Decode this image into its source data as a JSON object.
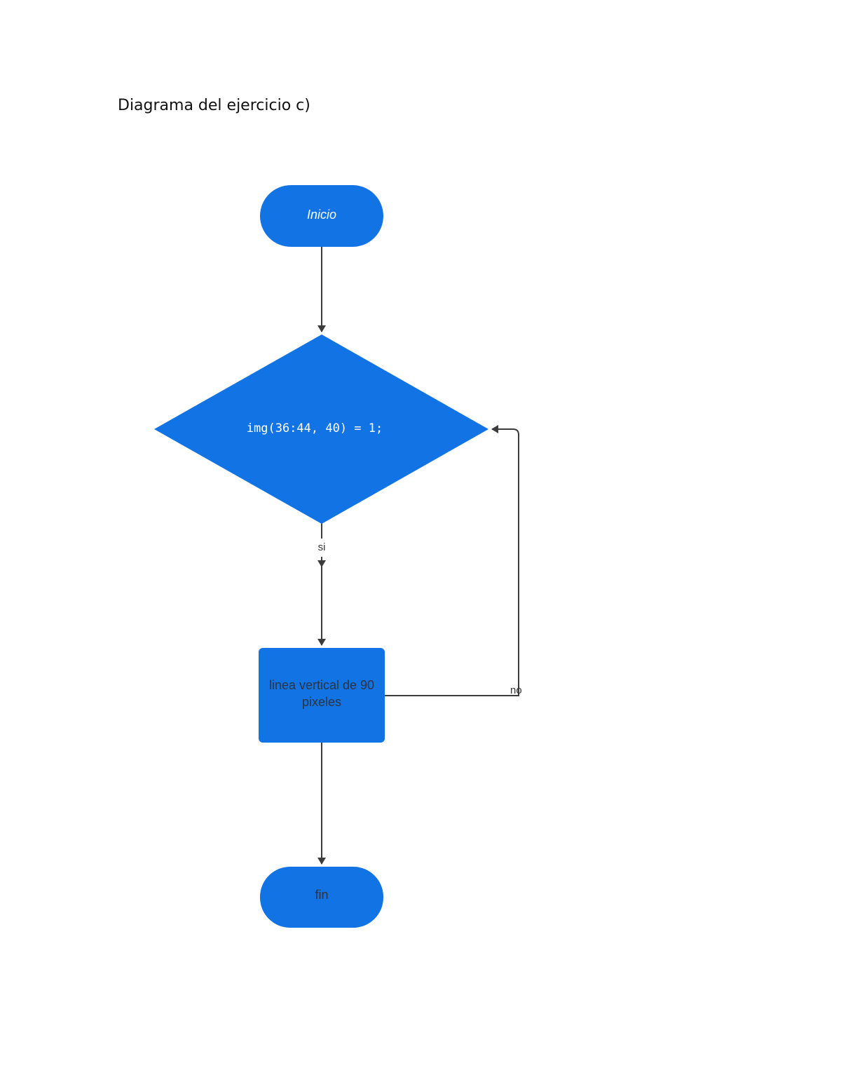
{
  "document": {
    "title": "Diagrama del ejercicio c)"
  },
  "colors": {
    "node_fill": "#1273e4",
    "edge": "#3c3c3c",
    "label_on_node_light": "#ffffff",
    "label_on_node_dark": "#2b3440"
  },
  "nodes": {
    "start": {
      "label": "Inicio",
      "shape": "terminator"
    },
    "decision": {
      "label": "img(36:44, 40) = 1;",
      "shape": "decision"
    },
    "process": {
      "label_line1": "linea vertical de 90",
      "label_line2": "pixeles",
      "shape": "process"
    },
    "end": {
      "label": "fin",
      "shape": "terminator"
    }
  },
  "edges": {
    "start_to_decision": {
      "label": ""
    },
    "decision_to_process": {
      "label": "si"
    },
    "process_to_decision": {
      "label": "no"
    },
    "process_to_end": {
      "label": ""
    }
  }
}
